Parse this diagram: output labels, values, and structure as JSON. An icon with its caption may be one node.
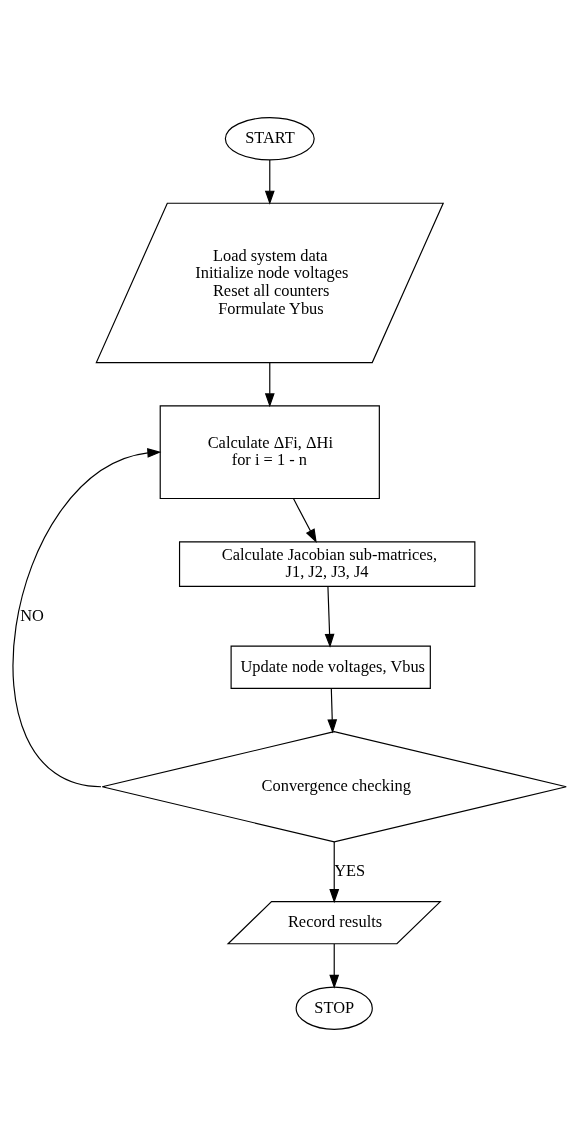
{
  "diagram": {
    "nodes": [
      {
        "text": [
          "START"
        ]
      },
      {
        "text": [
          "Load system data",
          "Initialize node voltages",
          "Reset all counters",
          "Formulate Ybus"
        ]
      },
      {
        "text": [
          "Calculate ΔFi, ΔHi",
          "for i = 1 - n"
        ]
      },
      {
        "text": [
          "Calculate Jacobian sub-matrices,",
          "J1, J2, J3, J4"
        ]
      },
      {
        "text": [
          "Update node voltages, Vbus"
        ]
      },
      {
        "text": [
          "Convergence checking"
        ]
      },
      {
        "text": [
          "Record results"
        ]
      },
      {
        "text": [
          "STOP"
        ]
      }
    ],
    "edges": [
      {
        "from": 0,
        "to": 1,
        "arrow": "to"
      },
      {
        "from": 1,
        "to": 2,
        "arrow": "to"
      },
      {
        "from": 2,
        "to": 3,
        "arrow": "to"
      },
      {
        "from": 3,
        "to": 4,
        "arrow": "to"
      },
      {
        "from": 4,
        "to": 5,
        "arrow": "to"
      },
      {
        "from": 5,
        "to": 2,
        "arrow": "to",
        "label": "NO"
      },
      {
        "from": 5,
        "to": 6,
        "arrow": "to",
        "label": "YES"
      },
      {
        "from": 6,
        "to": 7,
        "arrow": "to"
      }
    ]
  }
}
